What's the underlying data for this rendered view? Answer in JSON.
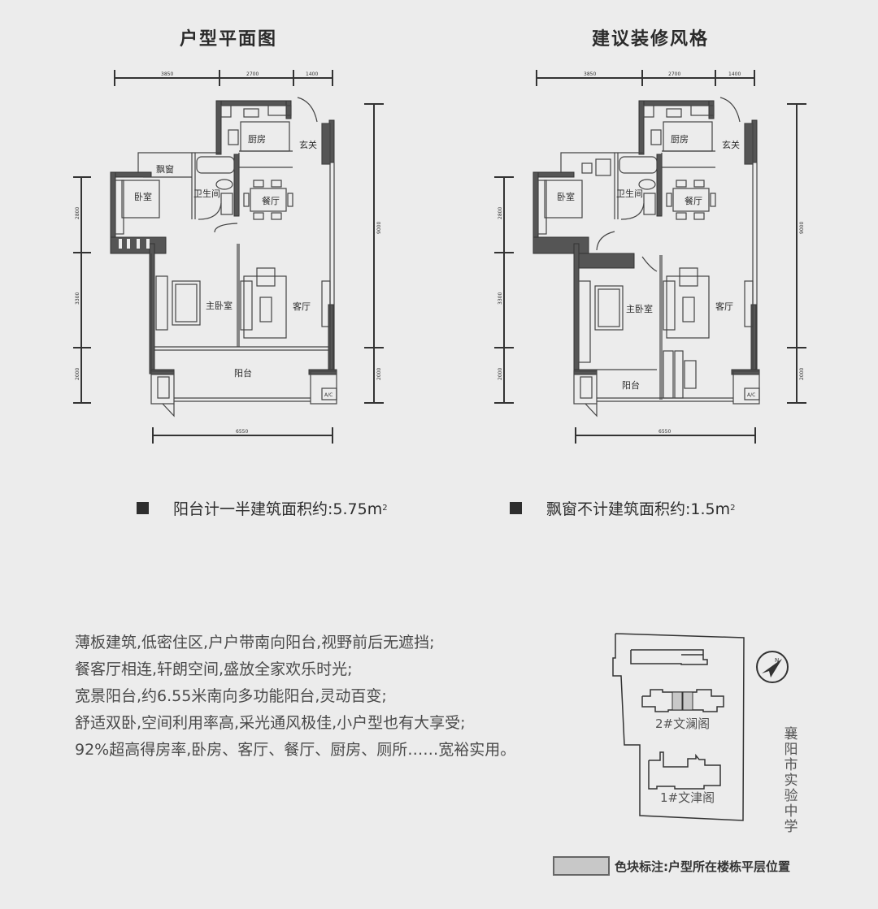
{
  "plans": [
    {
      "title": "户型平面图",
      "dims_top": [
        "3850",
        "2700",
        "1400"
      ],
      "dims_left": [
        "2800",
        "3300",
        "2000"
      ],
      "dims_right": [
        "9000",
        "2000"
      ],
      "dim_bottom": "6550",
      "rooms": {
        "kitchen": "厨房",
        "entrance": "玄关",
        "bay_window": "飘窗",
        "bedroom": "卧室",
        "bathroom": "卫生间",
        "dining": "餐厅",
        "master_bedroom": "主卧室",
        "living": "客厅",
        "balcony": "阳台",
        "ac": "A/C"
      }
    },
    {
      "title": "建议装修风格",
      "dims_top": [
        "3850",
        "2700",
        "1400"
      ],
      "dims_left": [
        "2800",
        "3300",
        "2000"
      ],
      "dims_right": [
        "9000",
        "2000"
      ],
      "dim_bottom": "6550",
      "rooms": {
        "kitchen": "厨房",
        "entrance": "玄关",
        "bedroom": "卧室",
        "bathroom": "卫生间",
        "dining": "餐厅",
        "master_bedroom": "主卧室",
        "living": "客厅",
        "balcony": "阳台",
        "ac": "A/C"
      }
    }
  ],
  "notes": [
    {
      "text": "阳台计一半建筑面积约:5.75m",
      "sup": "2"
    },
    {
      "text": "飘窗不计建筑面积约:1.5m",
      "sup": "2"
    }
  ],
  "description": [
    "薄板建筑,低密住区,户户带南向阳台,视野前后无遮挡;",
    "餐客厅相连,轩朗空间,盛放全家欢乐时光;",
    "宽景阳台,约6.55米南向多功能阳台,灵动百变;",
    "舒适双卧,空间利用率高,采光通风极佳,小户型也有大享受;",
    "92%超高得房率,卧房、客厅、餐厅、厨房、厕所……宽裕实用。"
  ],
  "site_map": {
    "buildings": [
      "2#文澜阁",
      "1#文津阁"
    ],
    "school": "襄阳市实验中学",
    "compass": "N",
    "highlight_color": "#c8c8c8"
  },
  "legend": {
    "label": "色块标注:户型所在楼栋平层位置"
  }
}
